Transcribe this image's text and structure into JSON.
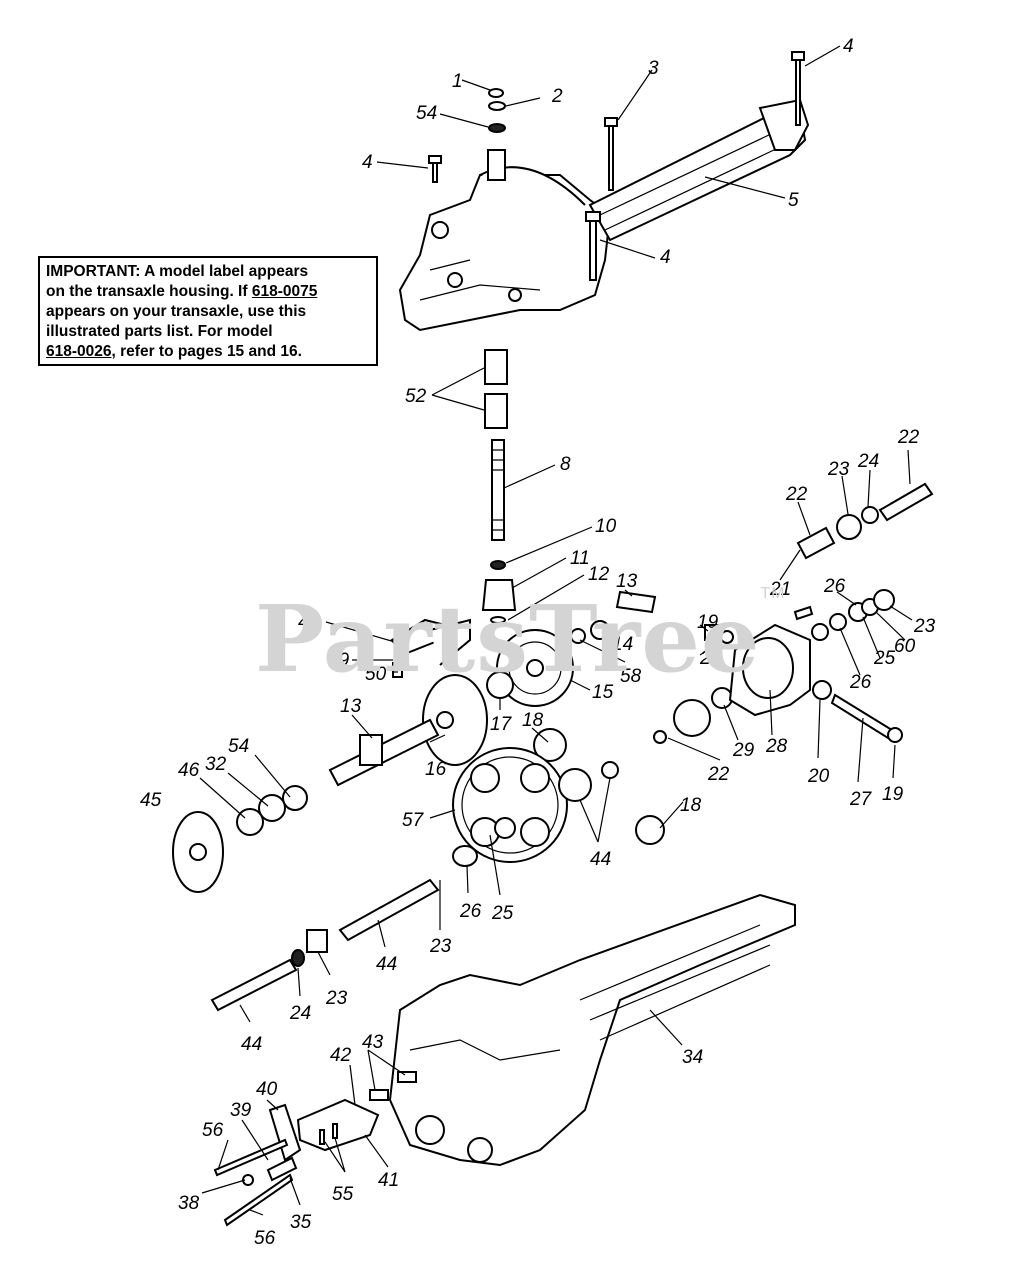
{
  "note": {
    "line1_prefix": "IMPORTANT: A model label appears",
    "line2": "on the transaxle housing. If ",
    "model_a": "618-0075",
    "line3": "appears on your transaxle, use this",
    "line4": "illustrated parts list. For model",
    "model_b": "618-0026",
    "line5_suffix": ", refer to pages 15 and 16."
  },
  "watermark": {
    "text": "PartsTree",
    "tm": "TM"
  },
  "callouts": [
    {
      "n": "1"
    },
    {
      "n": "2"
    },
    {
      "n": "54"
    },
    {
      "n": "3"
    },
    {
      "n": "4"
    },
    {
      "n": "4"
    },
    {
      "n": "5"
    },
    {
      "n": "4"
    },
    {
      "n": "52"
    },
    {
      "n": "8"
    },
    {
      "n": "10"
    },
    {
      "n": "11"
    },
    {
      "n": "12"
    },
    {
      "n": "13"
    },
    {
      "n": "22"
    },
    {
      "n": "23"
    },
    {
      "n": "24"
    },
    {
      "n": "22"
    },
    {
      "n": "21"
    },
    {
      "n": "26"
    },
    {
      "n": "23"
    },
    {
      "n": "60"
    },
    {
      "n": "25"
    },
    {
      "n": "26"
    },
    {
      "n": "48"
    },
    {
      "n": "49"
    },
    {
      "n": "50"
    },
    {
      "n": "14"
    },
    {
      "n": "58"
    },
    {
      "n": "19"
    },
    {
      "n": "20"
    },
    {
      "n": "15"
    },
    {
      "n": "17"
    },
    {
      "n": "13"
    },
    {
      "n": "16"
    },
    {
      "n": "18"
    },
    {
      "n": "54"
    },
    {
      "n": "32"
    },
    {
      "n": "46"
    },
    {
      "n": "45"
    },
    {
      "n": "29"
    },
    {
      "n": "28"
    },
    {
      "n": "22"
    },
    {
      "n": "20"
    },
    {
      "n": "27"
    },
    {
      "n": "19"
    },
    {
      "n": "18"
    },
    {
      "n": "57"
    },
    {
      "n": "44"
    },
    {
      "n": "26"
    },
    {
      "n": "25"
    },
    {
      "n": "23"
    },
    {
      "n": "44"
    },
    {
      "n": "24"
    },
    {
      "n": "23"
    },
    {
      "n": "44"
    },
    {
      "n": "34"
    },
    {
      "n": "43"
    },
    {
      "n": "42"
    },
    {
      "n": "40"
    },
    {
      "n": "39"
    },
    {
      "n": "56"
    },
    {
      "n": "55"
    },
    {
      "n": "41"
    },
    {
      "n": "38"
    },
    {
      "n": "35"
    },
    {
      "n": "56"
    }
  ]
}
